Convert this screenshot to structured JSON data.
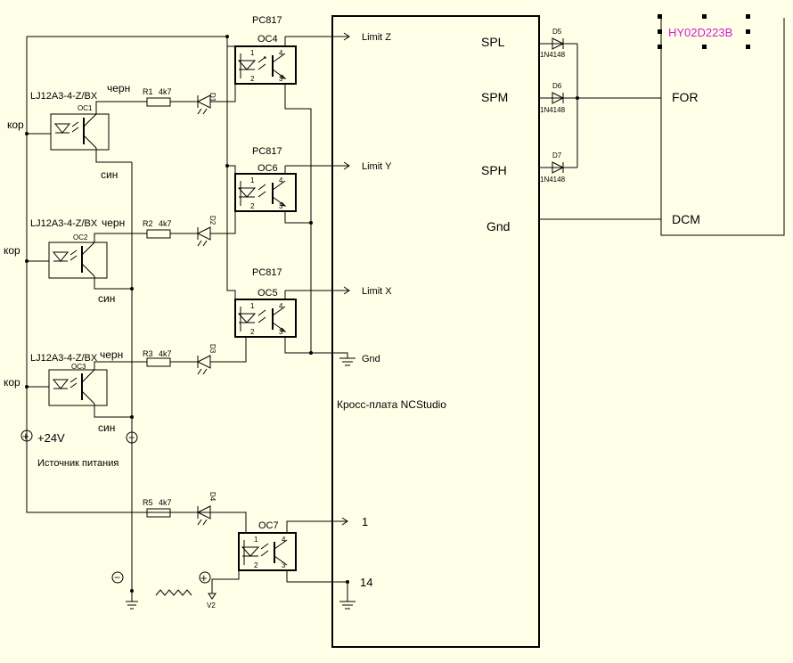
{
  "colors": {
    "background": "#ffffe8",
    "wire": "#000000",
    "vfd_label": "#d020d0"
  },
  "optocouplers": {
    "oc4": {
      "part": "PC817",
      "ref": "OC4",
      "pin1": "1",
      "pin2": "2",
      "pin3": "3",
      "pin4": "4"
    },
    "oc6": {
      "part": "PC817",
      "ref": "OC6",
      "pin1": "1",
      "pin2": "2",
      "pin3": "3",
      "pin4": "4"
    },
    "oc5": {
      "part": "PC817",
      "ref": "OC5",
      "pin1": "1",
      "pin2": "2",
      "pin3": "3",
      "pin4": "4"
    },
    "oc7": {
      "ref": "OC7",
      "pin1": "1",
      "pin2": "2",
      "pin3": "3",
      "pin4": "4"
    }
  },
  "sensors": [
    {
      "part": "LJ12A3-4-Z/BX",
      "ref": "OC1",
      "black": "черн",
      "brown": "кор",
      "blue": "син"
    },
    {
      "part": "LJ12A3-4-Z/BX",
      "ref": "OC2",
      "black": "черн",
      "brown": "кор",
      "blue": "син"
    },
    {
      "part": "LJ12A3-4-Z/BX",
      "ref": "OC3",
      "black": "черн",
      "brown": "кор",
      "blue": "син"
    }
  ],
  "resistors": [
    {
      "ref": "R1",
      "value": "4k7"
    },
    {
      "ref": "R2",
      "value": "4k7"
    },
    {
      "ref": "R3",
      "value": "4k7"
    },
    {
      "ref": "R5",
      "value": "4k7"
    }
  ],
  "leds": [
    "D1",
    "D2",
    "D3",
    "D4"
  ],
  "diodes": [
    {
      "ref": "D5",
      "part": "1N4148"
    },
    {
      "ref": "D6",
      "part": "1N4148"
    },
    {
      "ref": "D7",
      "part": "1N4148"
    }
  ],
  "board": {
    "title": "Кросс-плата NCStudio",
    "limit_z": "Limit Z",
    "limit_y": "Limit Y",
    "limit_x": "Limit X",
    "gnd_port": "Gnd",
    "spl": "SPL",
    "spm": "SPM",
    "sph": "SPH",
    "gnd_right": "Gnd",
    "pin1": "1",
    "pin14": "14"
  },
  "vfd": {
    "name": "HY02D223B",
    "for": "FOR",
    "dcm": "DCM"
  },
  "power": {
    "voltage": "+24V",
    "label": "Источник питания",
    "plus": "+",
    "minus": "−"
  },
  "v2": {
    "label": "V2",
    "plus": "+",
    "minus": "−"
  }
}
